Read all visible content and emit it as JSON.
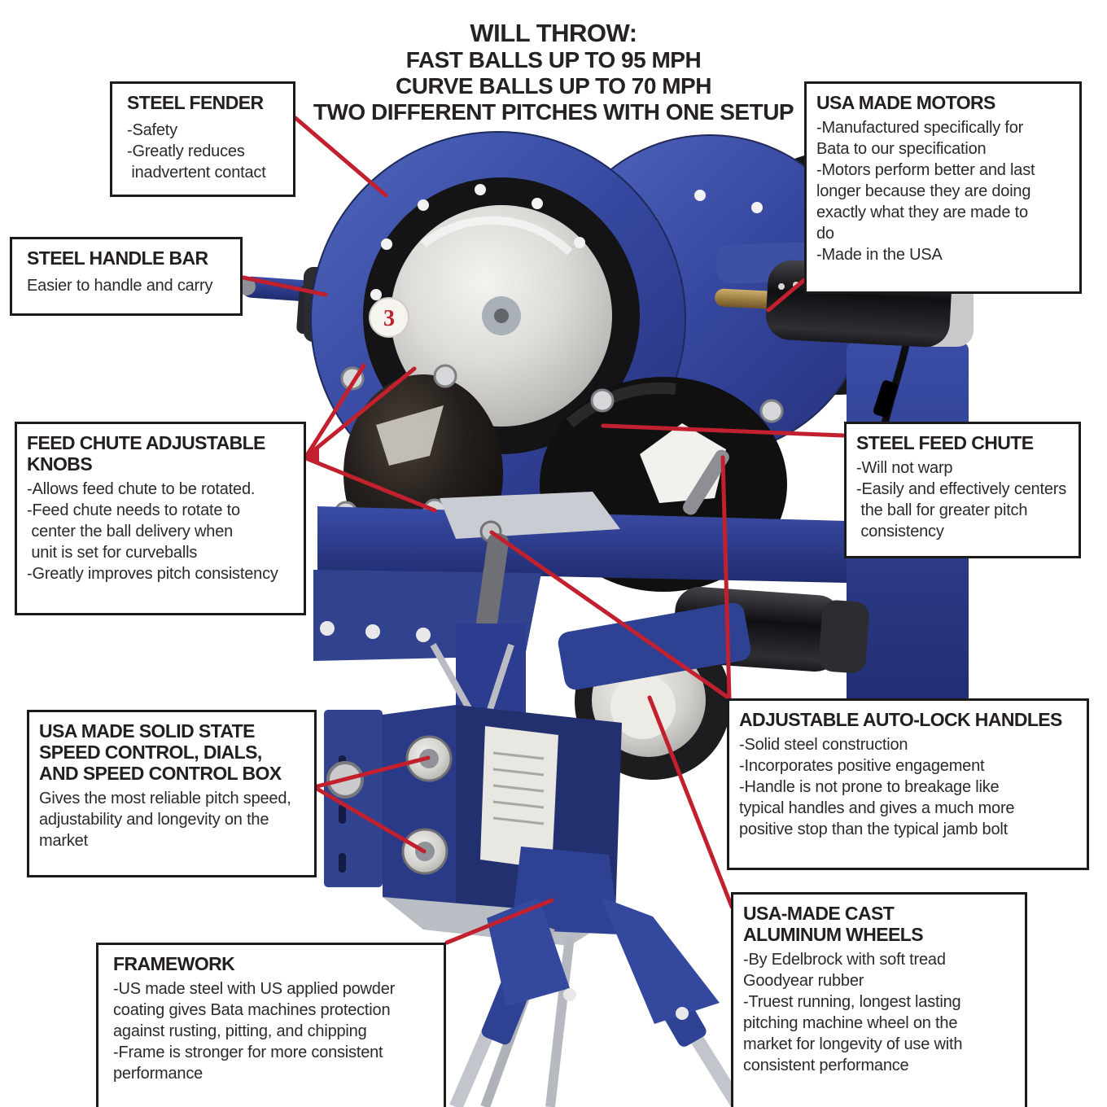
{
  "title": {
    "line1": "WILL THROW:",
    "line2": "FAST BALLS UP TO 95 MPH",
    "line3": "CURVE BALLS UP TO 70 MPH",
    "line4": "TWO DIFFERENT PITCHES WITH ONE SETUP"
  },
  "callouts": {
    "steel_fender": {
      "title": "STEEL FENDER",
      "body": "-Safety\n-Greatly reduces\n inadvertent contact"
    },
    "steel_handle_bar": {
      "title": "STEEL HANDLE BAR",
      "body": "Easier to handle and carry"
    },
    "usa_made_motors": {
      "title": "USA MADE MOTORS",
      "body": "-Manufactured specifically for\nBata to our specification\n-Motors perform better and last\nlonger because they are doing\nexactly what they are made to\ndo\n-Made in the USA"
    },
    "feed_chute_knobs": {
      "title": "FEED CHUTE ADJUSTABLE\nKNOBS",
      "body": "-Allows feed chute to be rotated.\n-Feed chute needs to rotate to\n center the ball delivery when\n unit is set for curveballs\n-Greatly improves pitch consistency"
    },
    "steel_feed_chute": {
      "title": "STEEL FEED CHUTE",
      "body": "-Will not warp\n-Easily and effectively centers\n the ball for greater pitch\n consistency"
    },
    "speed_control": {
      "title": "USA MADE SOLID STATE\nSPEED CONTROL, DIALS,\nAND SPEED CONTROL BOX",
      "body": "Gives the most reliable pitch speed,\nadjustability and longevity on the\nmarket"
    },
    "auto_lock_handles": {
      "title": "ADJUSTABLE AUTO-LOCK HANDLES",
      "body": "-Solid steel construction\n-Incorporates positive engagement\n-Handle is not prone to breakage like\ntypical handles and gives a much more\npositive stop than the typical jamb bolt"
    },
    "framework": {
      "title": "FRAMEWORK",
      "body": "-US made steel with US applied powder\ncoating gives Bata machines protection\nagainst rusting, pitting, and chipping\n-Frame is stronger for more consistent\nperformance"
    },
    "aluminum_wheels": {
      "title": "USA-MADE CAST\nALUMINUM WHEELS",
      "body": "-By Edelbrock with soft tread\nGoodyear rubber\n-Truest running, longest lasting\npitching machine wheel on the\nmarket for longevity of use with\nconsistent performance"
    }
  },
  "machine": {
    "badge": "3"
  },
  "colors": {
    "accent_red": "#c2202e",
    "machine_blue": "#3b4fa4",
    "box_border": "#1b1b1b"
  }
}
